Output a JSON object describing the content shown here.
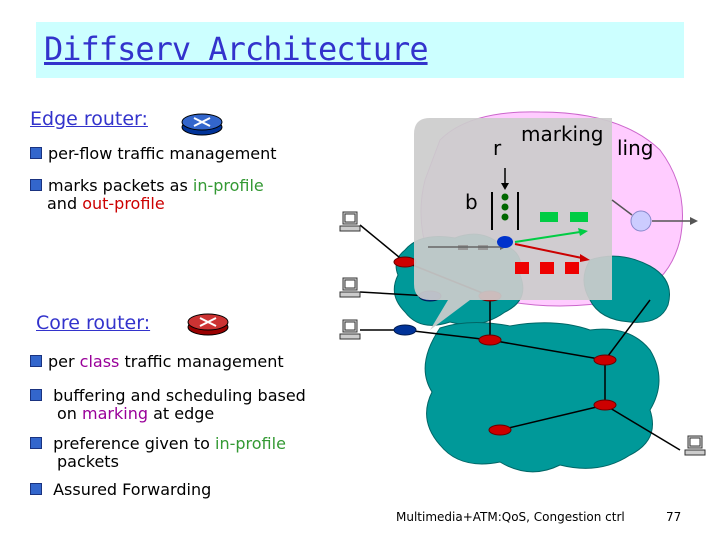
{
  "title": "Diffserv Architecture",
  "edge": {
    "heading": "Edge router:",
    "bullet1": "per-flow traffic management",
    "bullet2_a": "marks packets as ",
    "bullet2_b": "in-profile",
    "bullet2_c": "and ",
    "bullet2_d": "out-profile"
  },
  "core": {
    "heading": "Core router:",
    "b1_a": "per ",
    "b1_b": "class",
    "b1_c": " traffic management",
    "b2_line1": " buffering and scheduling based",
    "b2_a": "on ",
    "b2_b": "marking",
    "b2_c": " at edge",
    "b3_a": " preference given to ",
    "b3_b": "in-profile",
    "b3_line2": "packets",
    "b4": " Assured Forwarding"
  },
  "overlay": {
    "r": "r",
    "marking": "marking",
    "ling": "ling",
    "b": "b"
  },
  "footer": "Multimedia+ATM:QoS, Congestion ctrl",
  "page_number": "77",
  "icons": [
    "router-icon",
    "host-computer-icon"
  ]
}
